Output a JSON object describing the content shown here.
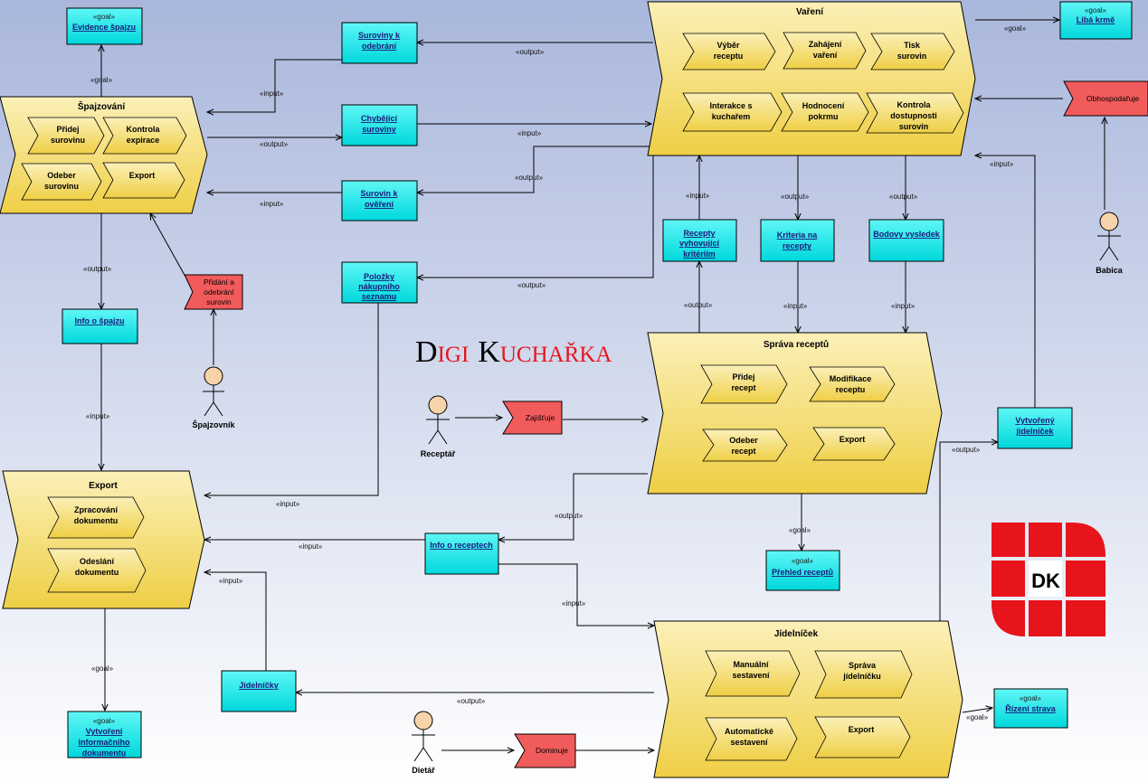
{
  "diagram_title": {
    "first_letter": "D",
    "rest1": "IGI",
    "second_letter": "K",
    "rest2": "UCHAŘKA"
  },
  "logo": {
    "text": "DK",
    "color": "#e8141c"
  },
  "processes": {
    "spajzovani": {
      "title": "Špajzování",
      "items": [
        "Přidej surovinu",
        "Kontrola expirace",
        "Odeber surovinu",
        "Export"
      ]
    },
    "vareni": {
      "title": "Vaření",
      "items": [
        "Výběr receptu",
        "Zahájení vaření",
        "Tisk surovin",
        "Interakce s kuchařem",
        "Hodnocení pokrmu",
        "Kontrola dostupnosti surovin"
      ]
    },
    "sprava": {
      "title": "Správa receptů",
      "items": [
        "Přidej recept",
        "Modifikace receptu",
        "Odeber recept",
        "Export"
      ]
    },
    "export": {
      "title": "Export",
      "items": [
        "Zpracování dokumentu",
        "Odeslání dokumentu"
      ]
    },
    "jidelnicek": {
      "title": "Jídelníček",
      "items": [
        "Manuální sestavení",
        "Správa jídelníčku",
        "Automatické sestavení",
        "Export"
      ]
    }
  },
  "goals": {
    "evidence": {
      "stereotype": "«goal»",
      "label": "Evidence špajzu"
    },
    "liba": {
      "stereotype": "«goal»",
      "label": "Libá krmě"
    },
    "prehled": {
      "stereotype": "«goal»",
      "label": "Přehled receptů"
    },
    "vytvoreni": {
      "stereotype": "«goal»",
      "label": "Vytvoření informačního dokumentu"
    },
    "rizeni": {
      "stereotype": "«goal»",
      "label": "Řízení strava"
    }
  },
  "objects": {
    "suroviny_odebrani": "Suroviny k odebrání",
    "chybejici": "Chybějící suroviny",
    "surovin_overeni": "Surovin k ověření",
    "polozky": "Položky nákupního seznamu",
    "info_spajzu": "Info o špajzu",
    "recepty_vyhovujici": "Recepty vyhovující kritériím",
    "kriteria": "Kriteria na recepty",
    "bodovy": "Bodovy vysledek",
    "vytvoreny": "Vytvořený jídelníček",
    "info_receptech": "Info o receptech",
    "jidelnicky": "Jídelníčky"
  },
  "events": {
    "pridani": "Přidání a odebrání surovin",
    "zajistuje": "Zajišťuje",
    "obhospodaruje": "Obhospodařuje",
    "dominuje": "Dominuje"
  },
  "actors": {
    "spajzovnik": "Špajzovník",
    "receptar": "Receptář",
    "babica": "Babica",
    "dietar": "Dietář"
  },
  "edge_labels": {
    "goal": "«goal»",
    "input": "«input»",
    "output": "«output»"
  },
  "colors": {
    "process": "#f3d75a",
    "object": "#00e8e8",
    "event": "#f25b5b",
    "bg_top": "#a8b8dc",
    "bg_bottom": "#ffffff"
  }
}
